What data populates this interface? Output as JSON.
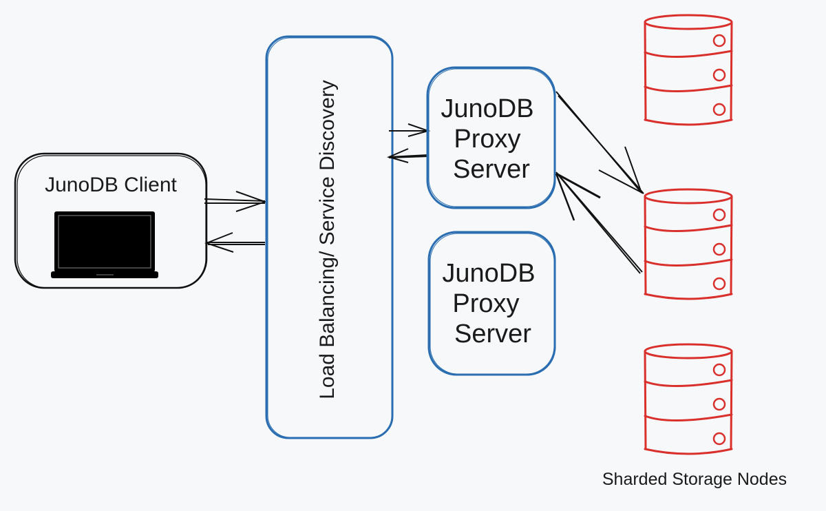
{
  "diagram": {
    "client": {
      "label": "JunoDB Client",
      "icon": "laptop-icon"
    },
    "load_balancer": {
      "label": "Load Balancing/ Service Discovery"
    },
    "proxy_servers": [
      {
        "line1": "JunoDB",
        "line2": "Proxy",
        "line3": "Server"
      },
      {
        "line1": "JunoDB",
        "line2": "Proxy",
        "line3": "Server"
      }
    ],
    "storage": {
      "label": "Sharded Storage Nodes",
      "node_count": 3,
      "icon": "database-icon"
    },
    "colors": {
      "client": "#111111",
      "service": "#2a6db0",
      "storage": "#d9302c",
      "arrow": "#111111",
      "background": "#f6f8fa"
    }
  }
}
